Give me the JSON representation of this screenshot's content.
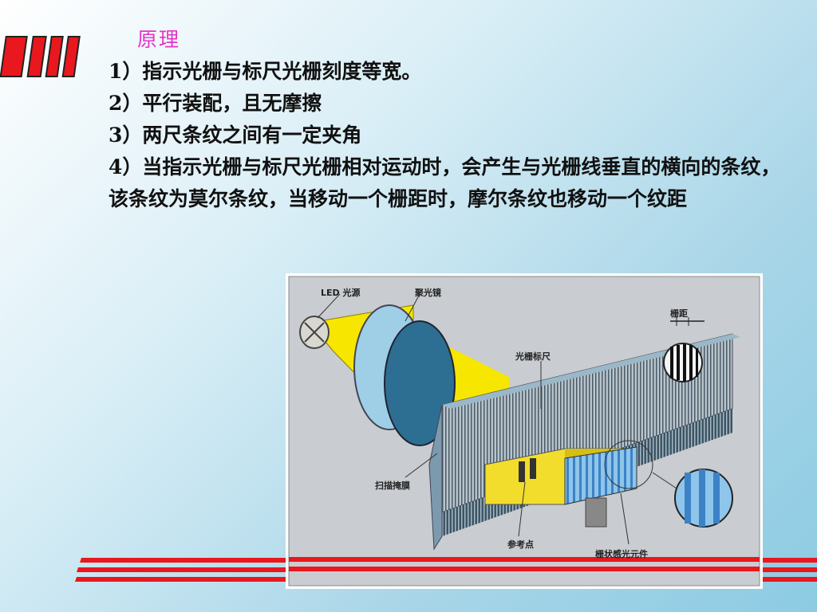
{
  "slide": {
    "title": "原理",
    "points": [
      "1）指示光栅与标尺光栅刻度等宽。",
      "2）平行装配，且无摩擦",
      "3）两尺条纹之间有一定夹角",
      "4）当指示光栅与标尺光栅相对运动时，会产生与光栅线垂直的横向的条纹，该条纹为莫尔条纹，当移动一个栅距时，摩尔条纹也移动一个纹距"
    ]
  },
  "figure": {
    "labels": {
      "led": "LED 光源",
      "lens": "聚光镜",
      "pitch": "栅距",
      "scale": "光栅标尺",
      "mask": "扫描掩膜",
      "reference": "参考点",
      "sensor": "栅状感光元件"
    }
  },
  "colors": {
    "title": "#e633c8",
    "accent_red": "#e8181e",
    "figure_bg": "#c9ccd0",
    "light_beam": "#f7e600",
    "scale_blue": "#5f8fa8"
  }
}
